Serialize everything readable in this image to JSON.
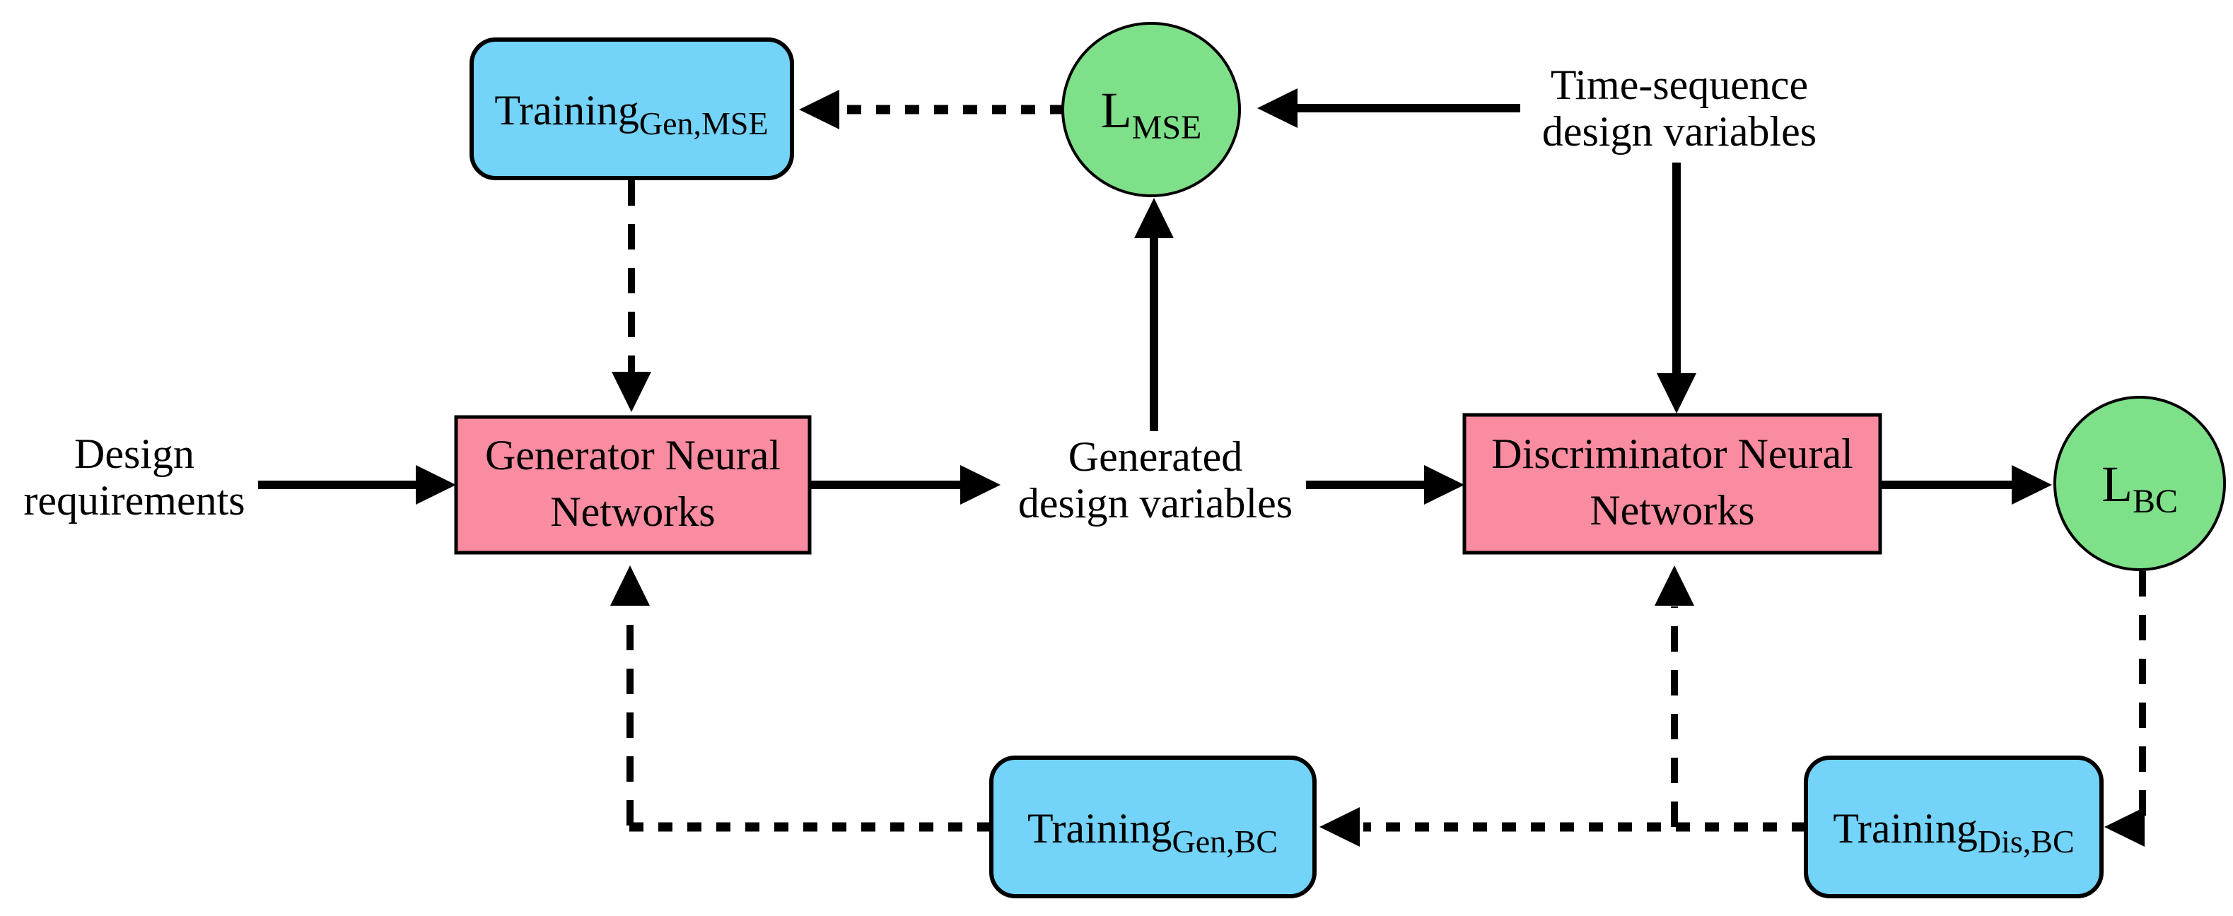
{
  "figure": {
    "background": "#ffffff",
    "colors": {
      "training_box": "#73D3F8",
      "network_box": "#F98CA0",
      "loss_circle": "#7FE08A",
      "line": "#000000"
    },
    "nodes": {
      "training_gen_mse": {
        "label": "Training",
        "subscript": "Gen,MSE"
      },
      "training_gen_bc": {
        "label": "Training",
        "subscript": "Gen,BC"
      },
      "training_dis_bc": {
        "label": "Training",
        "subscript": "Dis,BC"
      },
      "l_mse": {
        "label": "L",
        "subscript": "MSE"
      },
      "l_bc": {
        "label": "L",
        "subscript": "BC"
      },
      "generator": {
        "line1": "Generator Neural",
        "line2": "Networks"
      },
      "discriminator": {
        "line1": "Discriminator Neural",
        "line2": "Networks"
      }
    },
    "labels": {
      "design_requirements": {
        "line1": "Design",
        "line2": "requirements"
      },
      "generated_design_variables": {
        "line1": "Generated",
        "line2": "design variables"
      },
      "time_sequence_design_variables": {
        "line1": "Time-sequence",
        "line2": "design variables"
      }
    }
  }
}
